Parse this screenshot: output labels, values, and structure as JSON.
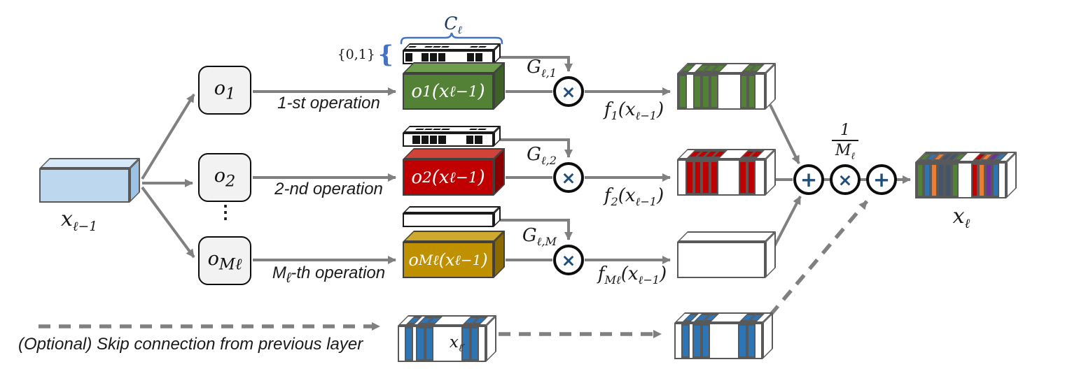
{
  "palette": {
    "arrow": "#808080",
    "brace_blue": "#4472C4",
    "operator_symbol": "#1F4E79",
    "boxes": {
      "blue": {
        "front": "#BDD7EE",
        "top": "#D9E8F6",
        "side": "#9CC3E5",
        "border": "#595959"
      },
      "green": {
        "front": "#538135",
        "top": "#6E9D4D",
        "side": "#3E6127",
        "border": "#404040"
      },
      "red": {
        "front": "#C00000",
        "top": "#D04338",
        "side": "#8A0000",
        "border": "#404040"
      },
      "gold": {
        "front": "#BF9000",
        "top": "#CFA92E",
        "side": "#8C6A00",
        "border": "#404040"
      },
      "white": {
        "front": "#FFFFFF",
        "top": "#FFFFFF",
        "side": "#FFFFFF",
        "border": "#595959"
      },
      "mask": {
        "front": "#FFFFFF",
        "top": "#FFFFFF",
        "side": "#FFFFFF",
        "border": "#1A1A1A"
      }
    },
    "stripes": {
      "k": "#141414",
      "w": "#FFFFFF",
      "g": "#538135",
      "r": "#C00000",
      "u": "#2E75B6",
      "o": "#ED7D31",
      "n": "#44546A",
      "p": "#7030A0"
    }
  },
  "patterns": {
    "mask1": [
      [
        "k",
        1
      ],
      [
        "w",
        0.8
      ],
      [
        "k",
        1
      ],
      [
        "k",
        1
      ],
      [
        "k",
        1
      ],
      [
        "w",
        2.6
      ],
      [
        "k",
        1
      ],
      [
        "k",
        0.9
      ],
      [
        "w",
        1
      ]
    ],
    "mask2": [
      [
        "w",
        0.8
      ],
      [
        "k",
        1
      ],
      [
        "k",
        1
      ],
      [
        "k",
        1
      ],
      [
        "k",
        1
      ],
      [
        "w",
        2.4
      ],
      [
        "k",
        1
      ],
      [
        "k",
        1
      ],
      [
        "w",
        1
      ]
    ],
    "mask3": [
      [
        "w",
        1
      ]
    ],
    "out1": [
      [
        "g",
        1
      ],
      [
        "w",
        0.8
      ],
      [
        "g",
        1
      ],
      [
        "g",
        1
      ],
      [
        "g",
        1
      ],
      [
        "w",
        2.6
      ],
      [
        "g",
        1
      ],
      [
        "g",
        0.9
      ],
      [
        "w",
        1
      ]
    ],
    "out2": [
      [
        "w",
        0.8
      ],
      [
        "r",
        1
      ],
      [
        "r",
        1
      ],
      [
        "r",
        1
      ],
      [
        "r",
        1
      ],
      [
        "w",
        2.4
      ],
      [
        "r",
        1
      ],
      [
        "r",
        1
      ],
      [
        "w",
        1
      ]
    ],
    "out3": [
      [
        "w",
        1
      ]
    ],
    "skip": [
      [
        "w",
        0.6
      ],
      [
        "u",
        0.9
      ],
      [
        "w",
        0.3
      ],
      [
        "u",
        0.9
      ],
      [
        "u",
        0.9
      ],
      [
        "w",
        3
      ],
      [
        "u",
        0.9
      ],
      [
        "u",
        0.9
      ],
      [
        "w",
        0.6
      ]
    ],
    "final": [
      [
        "g",
        1
      ],
      [
        "u",
        1
      ],
      [
        "o",
        1
      ],
      [
        "n",
        1
      ],
      [
        "n",
        1
      ],
      [
        "g",
        1
      ],
      [
        "w",
        1.9
      ],
      [
        "r",
        1
      ],
      [
        "o",
        1
      ],
      [
        "p",
        1
      ],
      [
        "u",
        1
      ],
      [
        "w",
        0.8
      ]
    ]
  },
  "math": {
    "o": "o",
    "G": "G",
    "f": "f",
    "C": "C",
    "x": "x",
    "ell": "ℓ",
    "arg_open": "(x",
    "arg_sub": "ℓ−1",
    "arg_close": ")",
    "input_sub": "ℓ−1",
    "output_sub": "ℓ",
    "skip_sub": "ℓ′",
    "bitset": "{0,1}",
    "brace": "{",
    "dots": "⋮"
  },
  "rows": [
    {
      "box_sub": "1",
      "text_m": "",
      "text_msub": "",
      "text_rest": "1-st operation",
      "gate_sub": "ℓ,1",
      "f_sub": "1"
    },
    {
      "box_sub": "2",
      "text_m": "",
      "text_msub": "",
      "text_rest": "2-nd operation",
      "gate_sub": "ℓ,2",
      "f_sub": "2"
    },
    {
      "box_sub": "Mℓ",
      "text_m": "M",
      "text_msub": "ℓ",
      "text_rest": "-th operation",
      "gate_sub": "ℓ,M",
      "f_sub": "Mℓ"
    }
  ],
  "operators": {
    "times": "×",
    "plus": "+"
  },
  "fraction": {
    "num": "1",
    "den_base": "M",
    "den_sub": "ℓ"
  },
  "skip_caption": "(Optional) Skip connection from previous layer"
}
